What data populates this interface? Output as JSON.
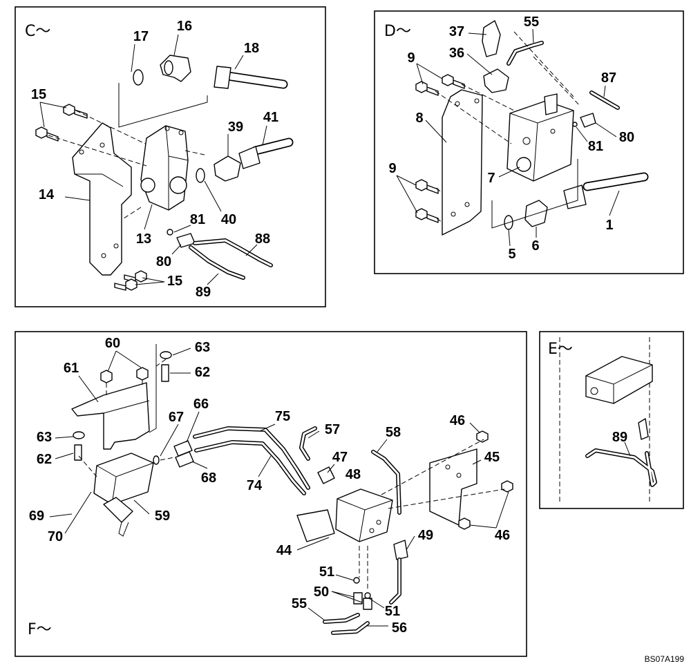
{
  "figure_code": "BS07A199",
  "sections": {
    "C": {
      "title": "C～",
      "callouts": [
        "17",
        "16",
        "18",
        "15",
        "39",
        "41",
        "14",
        "40",
        "13",
        "81",
        "80",
        "88",
        "15",
        "89"
      ]
    },
    "D": {
      "title": "D～",
      "callouts": [
        "37",
        "55",
        "36",
        "9",
        "87",
        "8",
        "80",
        "81",
        "9",
        "7",
        "1",
        "5",
        "6"
      ]
    },
    "E": {
      "title": "E～",
      "callouts": [
        "89"
      ]
    },
    "F": {
      "title": "F～",
      "callouts": [
        "60",
        "63",
        "61",
        "62",
        "66",
        "75",
        "67",
        "57",
        "46",
        "63",
        "58",
        "45",
        "62",
        "47",
        "48",
        "68",
        "74",
        "69",
        "59",
        "46",
        "70",
        "49",
        "44",
        "51",
        "50",
        "55",
        "51",
        "56"
      ]
    }
  }
}
